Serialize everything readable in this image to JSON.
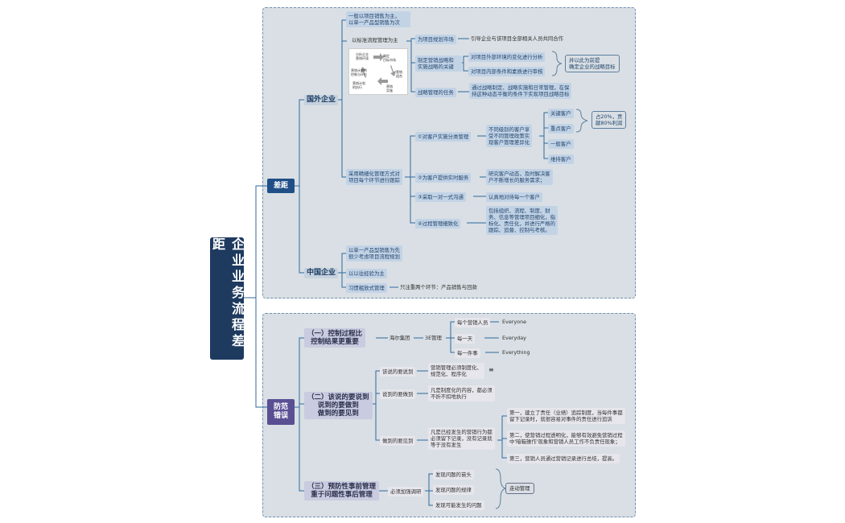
{
  "root": "企业业务流程差距",
  "sections": {
    "gap": {
      "label": "差距",
      "foreign": {
        "label": "国外企业",
        "n1": "一般以项目销售为主，\n以单一产品型销售为次",
        "n2": "以标准流程管理为主",
        "n2_a": "为项目规划市场",
        "n2_a1": "引导企业与该项目全部相关人员共同合作",
        "n2_b": "制定营销战略和\n实施战略的关键",
        "n2_b1": "对项目外部环境的变化进行分析",
        "n2_b2": "对项目内部条件和素质进行审核",
        "n2_b_note": "并以此为前提\n确定企业的战略目标",
        "n2_c": "战略管理的任务",
        "n2_c1": "通过战略制定、战略实施和日常管理，在保\n持这种动态平衡的条件下实现项目战略目标",
        "n3": "采用精细化管理方式对\n项目每个环节进行跟踪",
        "s1": "①对客户实施分类管理",
        "s1_a": "不同级别的客户享\n受不同管理政策实\n现客户管理差异化",
        "s1_t1": "关键客户",
        "s1_t2": "重点客户",
        "s1_t3": "一般客户",
        "s1_t4": "维持客户",
        "s1_note": "占20%，贡\n献80%利润",
        "s2": "②为客户提供实时服务",
        "s2_a": "研究客户动态，及时解决客\n户不断增长的服务需求；",
        "s3": "③采取一对一式沟通",
        "s3_a": "认真地对待每一个客户",
        "s4": "④过程管理细致化",
        "s4_a": "包括组织、流程、制度、财\n务、信息等管理项目细化，指\n标化、责任化，并进行严格的\n跟踪、追督、控制与考核。"
      },
      "china": {
        "label": "中国企业",
        "n1": "以单一产品型销售为先\n很少考虑项目流程规划",
        "n2": "以以往经验为主",
        "n3": "习惯粗放式管理",
        "n3_a": "只注重两个环节：产品销售与回款"
      }
    },
    "prevent": {
      "label": "防范\n错误",
      "p1": {
        "label": "（一）控制过程比\n控制结果更重要",
        "haier": "海尔集团",
        "mgmt": "3E管理",
        "e1": "每个营销人员",
        "e1v": "Everyone",
        "e2": "每一天",
        "e2v": "Everyday",
        "e3": "每一件事",
        "e3v": "Everything"
      },
      "p2": {
        "label": "（二）该说的要说到\n说到的要做到\n做到的要见到",
        "a": "该说的要说到",
        "a1": "营销管理必须制度化、\n规范化、程序化",
        "b": "说到的要做到",
        "b1": "凡是制度化的内容，都必须\n不折不扣地执行",
        "c": "做到的要见到",
        "c1": "凡是已经发生的营销行为都\n必须留下记录，没有记录就\n等于没有发生",
        "c1a": "第一，建立了责任（业绩）追踪制度，当每件事都\n留下记录时，就很容易对事件的责任进行追诉",
        "c1b": "第二，使营销过程透明化，能够有效避免营销过程\n中'暗箱操作'现象和营销人员工作不负责任现象；",
        "c1c": "第三，营销人员通过营销记录进行总结，提高。"
      },
      "p3": {
        "label": "（三）预防性事前管理\n重于问题性事后管理",
        "a": "必须加强调研",
        "a1": "发现问题的苗头",
        "a2": "发现问题的规律",
        "a3": "发现可能发生的问题",
        "note": "走动管理"
      }
    }
  },
  "diagram_labels": [
    "分析企业\n营销环境",
    "确定\n目标市场",
    "营销\n组合",
    "营销\n实施",
    "营销计划\n的执行",
    "营销计划的\n控制与评价"
  ],
  "colors": {
    "root": "#1e3a5f",
    "gap": "#1f4f86",
    "prevent": "#5a4f93",
    "line": "#2f6a9e"
  }
}
